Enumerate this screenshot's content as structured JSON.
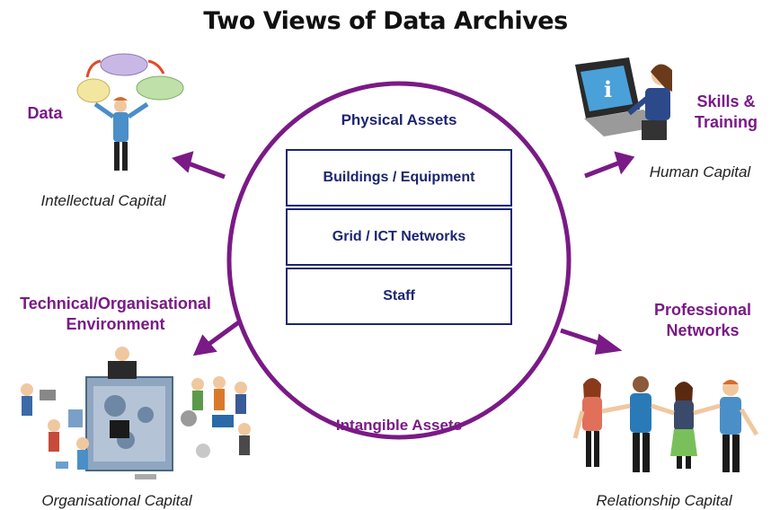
{
  "title": "Two Views of Data Archives",
  "center": {
    "top_label": "Physical Assets",
    "boxes": [
      "Buildings / Equipment",
      "Grid / ICT Networks",
      "Staff"
    ],
    "bottom_label": "Intangible Assets"
  },
  "quadrants": {
    "top_left": {
      "heading": "Data",
      "caption": "Intellectual Capital"
    },
    "top_right": {
      "heading_line1": "Skills &",
      "heading_line2": "Training",
      "caption": "Human Capital"
    },
    "bottom_left": {
      "heading_line1": "Technical/Organisational",
      "heading_line2": "Environment",
      "caption": "Organisational Capital"
    },
    "bottom_right": {
      "heading_line1": "Professional",
      "heading_line2": "Networks",
      "caption": "Relationship Capital"
    }
  },
  "colors": {
    "circle": "#7a1a86",
    "arrow": "#7a1a86",
    "box": "#1c2670",
    "heading": "#7a1a86"
  }
}
